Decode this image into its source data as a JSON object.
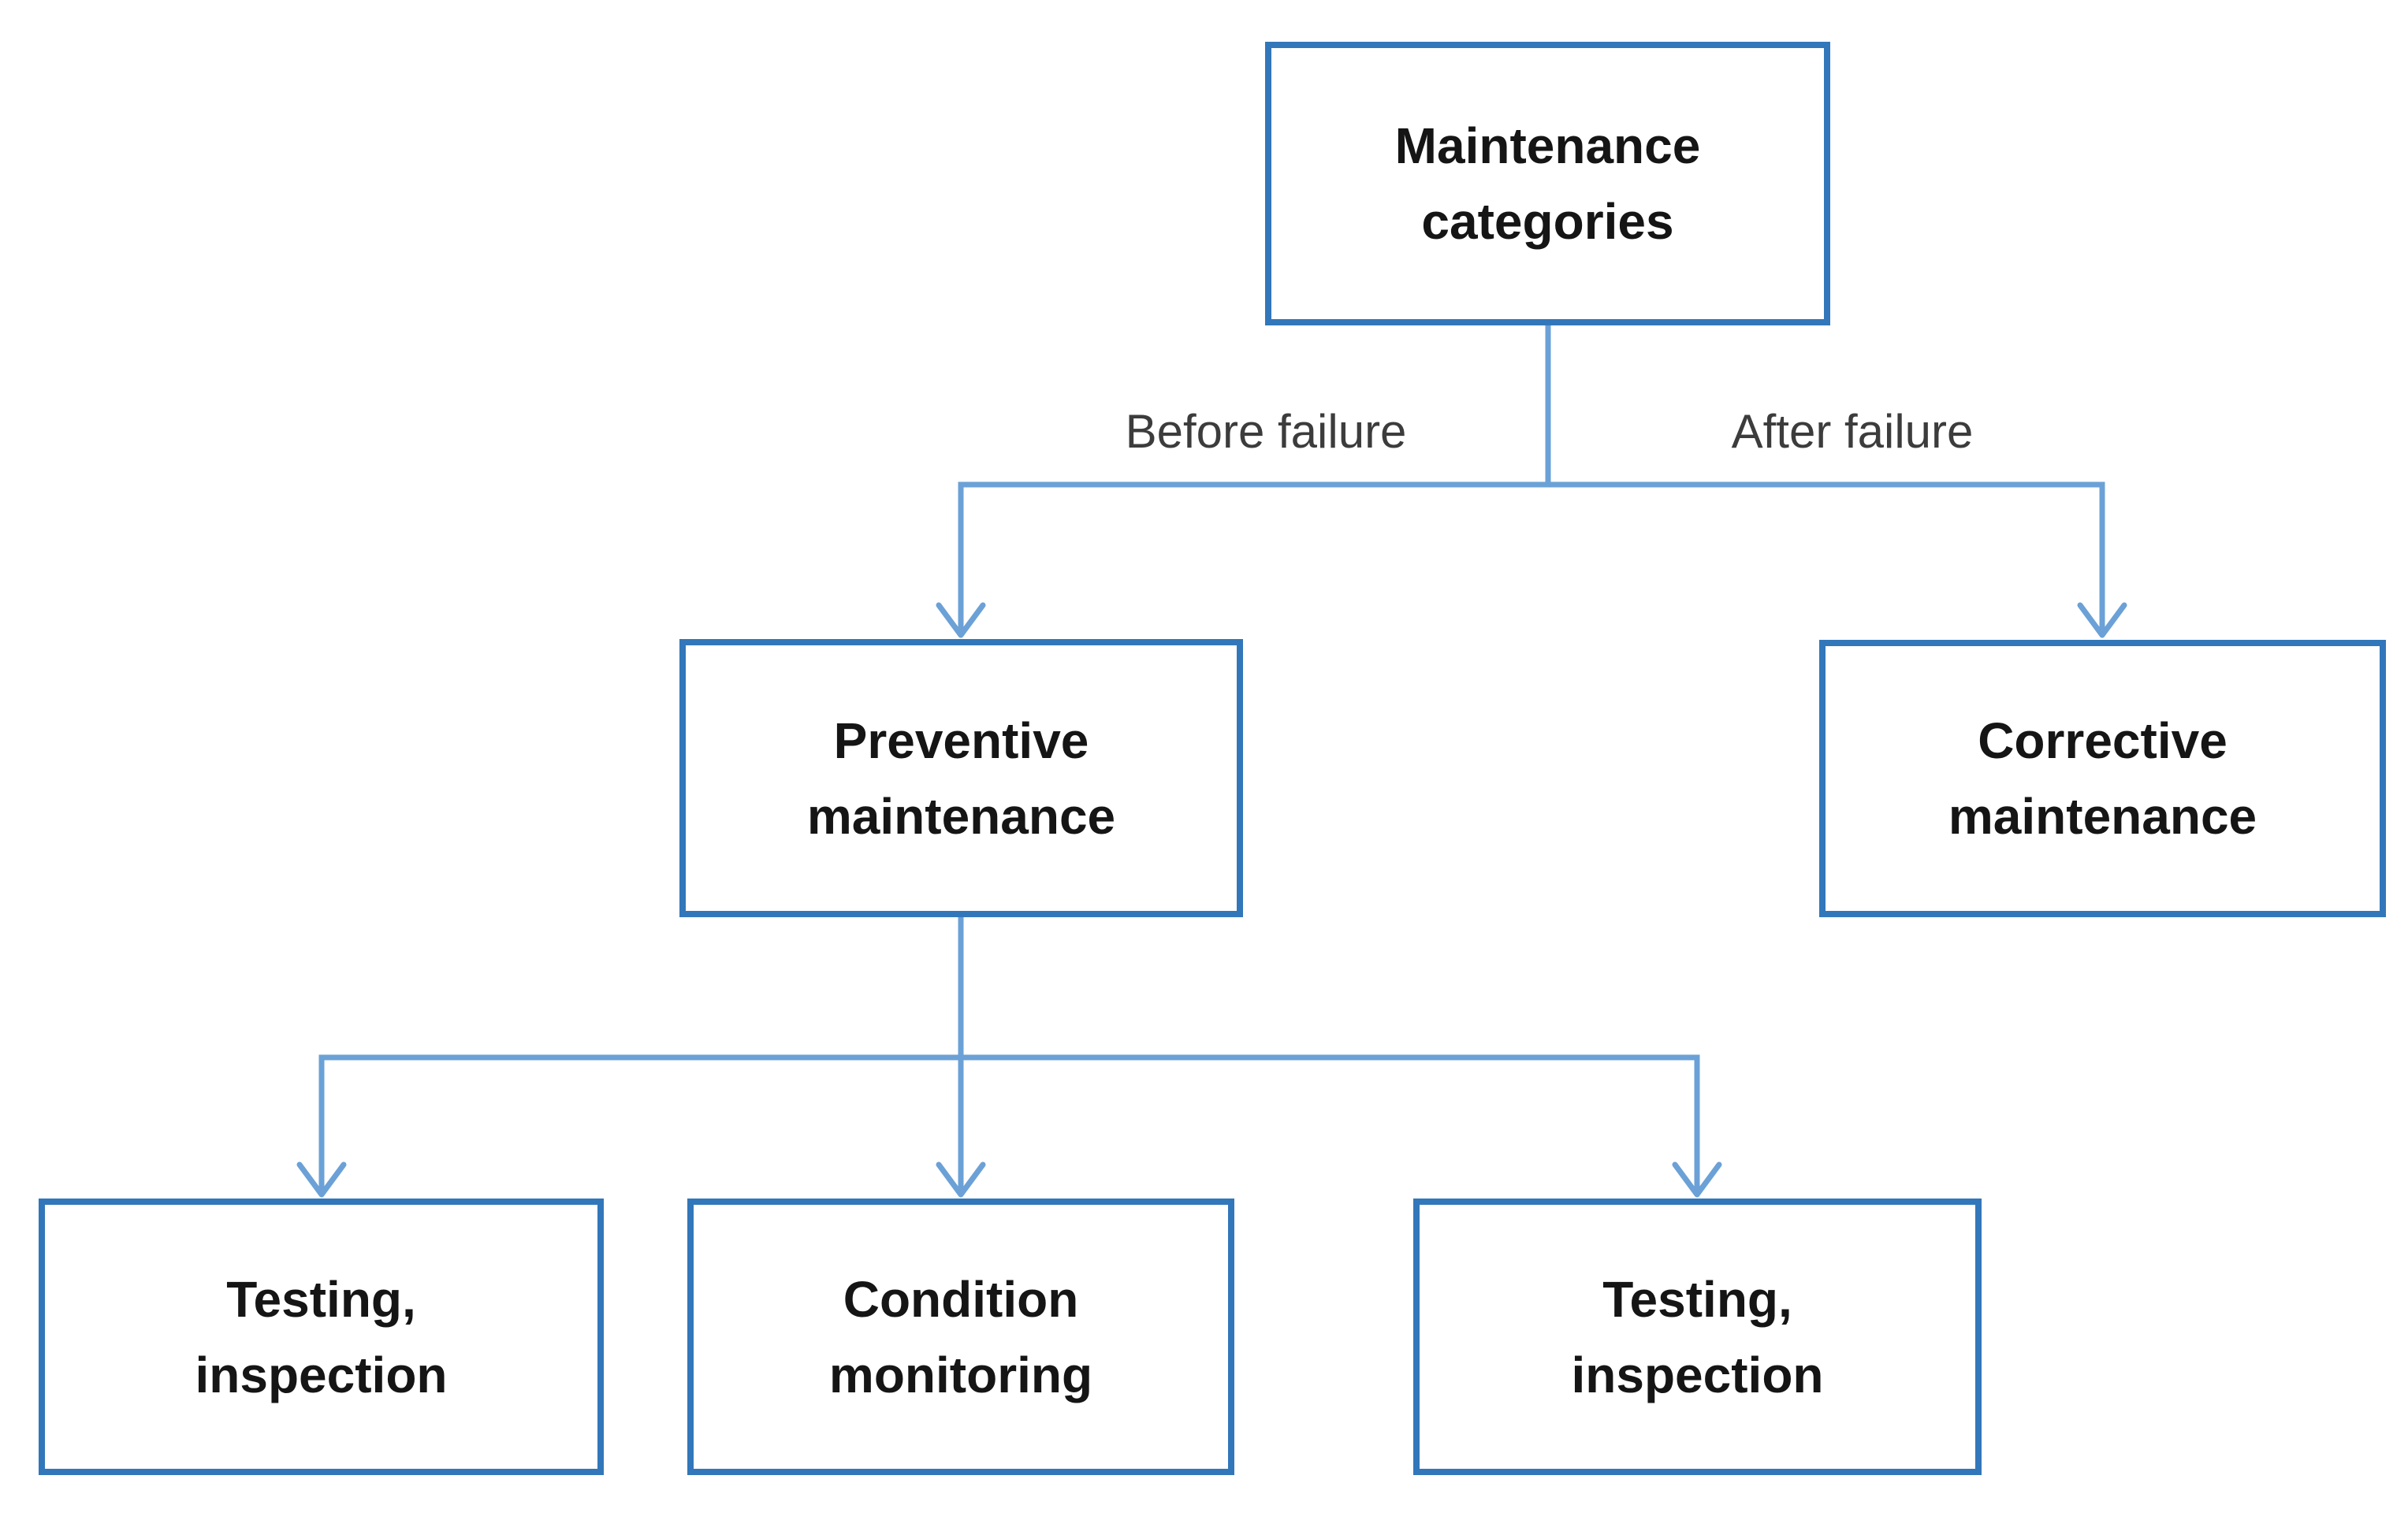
{
  "colors": {
    "background": "#ffffff",
    "box_border": "#3277BA",
    "connector": "#6BA1D6",
    "box_text": "#151515",
    "edge_label_text": "#3C3C3C"
  },
  "nodes": {
    "root": {
      "label": "Maintenance\ncategories"
    },
    "preventive": {
      "label": "Preventive\nmaintenance"
    },
    "corrective": {
      "label": "Corrective\nmaintenance"
    },
    "testing_left": {
      "label": "Testing,\ninspection"
    },
    "condition": {
      "label": "Condition\nmonitoring"
    },
    "testing_right": {
      "label": "Testing,\ninspection"
    }
  },
  "edge_labels": {
    "before": "Before failure",
    "after": "After failure"
  }
}
